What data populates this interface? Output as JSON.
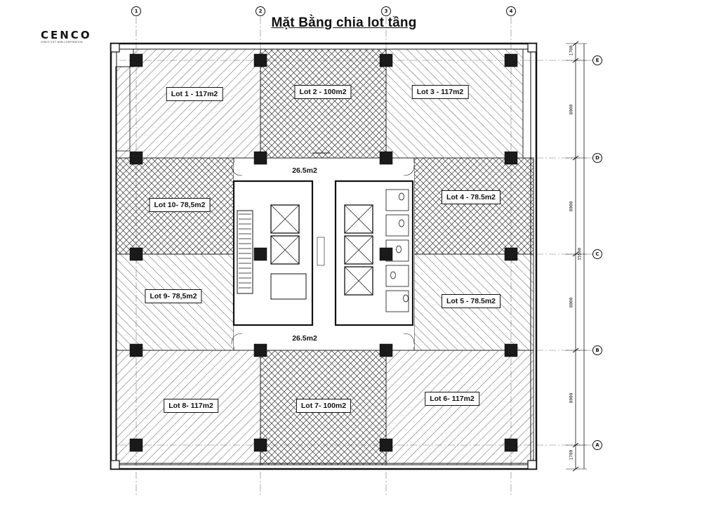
{
  "title": "Mặt Bằng chia lot tầng",
  "logo": {
    "name": "CENCO",
    "tagline": "CENCO VIET NAM CORPORATION"
  },
  "column_grid": [
    "1",
    "2",
    "3",
    "4"
  ],
  "row_grid": [
    "E",
    "D",
    "C",
    "B",
    "A"
  ],
  "lots": [
    {
      "id": "lot-1",
      "label": "Lot 1 - 117m2"
    },
    {
      "id": "lot-2",
      "label": "Lot 2 - 100m2"
    },
    {
      "id": "lot-3",
      "label": "Lot 3 - 117m2"
    },
    {
      "id": "lot-4",
      "label": "Lot 4 - 78.5m2"
    },
    {
      "id": "lot-5",
      "label": "Lot 5 - 78.5m2"
    },
    {
      "id": "lot-6",
      "label": "Lot 6- 117m2"
    },
    {
      "id": "lot-7",
      "label": "Lot 7- 100m2"
    },
    {
      "id": "lot-8",
      "label": "Lot 8- 117m2"
    },
    {
      "id": "lot-9",
      "label": "Lot 9- 78,5m2"
    },
    {
      "id": "lot-10",
      "label": "Lot 10- 78,5m2"
    }
  ],
  "lobbies": [
    {
      "id": "lobby-top",
      "label": "26.5m2"
    },
    {
      "id": "lobby-bottom",
      "label": "26.5m2"
    }
  ],
  "dimensions": {
    "top_edge": "1700",
    "bays": [
      "8000",
      "8000",
      "8000",
      "8000"
    ],
    "bottom_edge": "1700",
    "total": "35500"
  }
}
